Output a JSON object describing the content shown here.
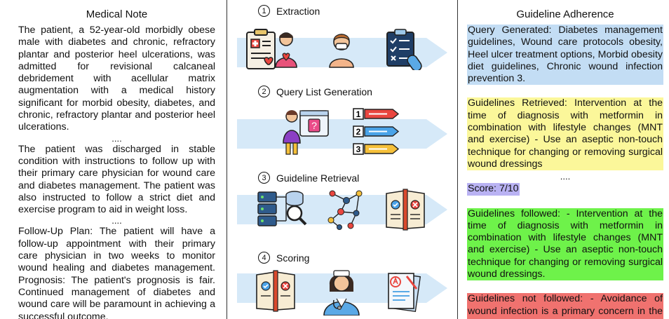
{
  "medical_note": {
    "title": "Medical Note",
    "para1": "The patient, a 52-year-old morbidly obese male with diabetes and chronic, refractory plantar and posterior heel ulcerations, was admitted for revisional calcaneal debridement with acellular matrix augmentation with a medical history significant for morbid obesity, diabetes, and chronic, refractory plantar and posterior heel ulcerations.",
    "ellipsis1": "....",
    "para2": "The patient was discharged in stable condition with instructions to follow up with their primary care physician for wound care and diabetes management. The patient was also instructed to follow a strict diet and exercise program to aid in weight loss.",
    "ellipsis2": "....",
    "para3": "Follow-Up Plan: The patient will have a follow-up appointment with their primary care physician in two weeks to monitor wound healing and diabetes management. Prognosis: The patient's prognosis is fair. Continued management of diabetes and wound care will be paramount in achieving a successful outcome."
  },
  "pipeline": {
    "steps": [
      {
        "number": "1",
        "label": "Extraction"
      },
      {
        "number": "2",
        "label": "Query List Generation"
      },
      {
        "number": "3",
        "label": "Guideline Retrieval"
      },
      {
        "number": "4",
        "label": "Scoring"
      }
    ],
    "query_list_numbers": [
      "1",
      "2",
      "3"
    ],
    "question_mark": "?"
  },
  "adherence": {
    "title": "Guideline Adherence",
    "query_generated": "Query Generated: Diabetes management guidelines, Wound care protocols obesity, Heel ulcer treatment options, Morbid obesity diet guidelines, Chronic wound infection prevention 3.",
    "guidelines_retrieved": "Guidelines Retrieved: Intervention at the time of diagnosis with metformin in combination with lifestyle changes (MNT and exercise) - Use an aseptic non-touch technique for changing or removing surgical wound dressings",
    "ellipsis": "....",
    "score": "Score: 7/10",
    "guidelines_followed": "Guidelines followed: - Intervention at the time of diagnosis with metformin in combination with lifestyle changes (MNT and exercise) - Use an aseptic non-touch technique for changing or removing surgical wound dressings.",
    "guidelines_not_followed": "Guidelines not followed: - Avoidance of wound infection is a primary concern in the healing of acute injuries and wounds -"
  },
  "colors": {
    "query_highlight": "#c3ddf4",
    "retrieved_highlight": "#fbf79a",
    "score_highlight": "#b9b2f3",
    "followed_highlight": "#6ef24a",
    "not_followed_highlight": "#f0726f",
    "band": "#d6e9f8"
  },
  "icons": [
    "clipboard-health-icon",
    "doctor-patient-icon",
    "checklist-pill-icon",
    "person-question-icon",
    "numbered-list-icon",
    "database-search-icon",
    "network-graph-icon",
    "open-book-icon",
    "checklist-book-icon",
    "nurse-icon",
    "grade-report-icon"
  ]
}
